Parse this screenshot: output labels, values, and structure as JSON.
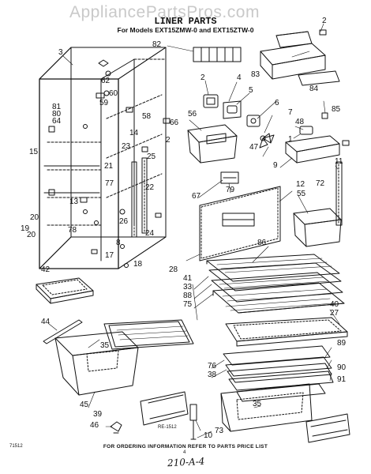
{
  "watermark": "AppliancePartsPros.com",
  "title": "LINER PARTS",
  "subtitle": "For Models EXT15ZMW-0 and EXT15ZTW-0",
  "footer": "FOR ORDERING INFORMATION REFER TO PARTS PRICE LIST",
  "page_number": "4",
  "figure_code": "71512",
  "drawing_code": "RE-1512",
  "handwritten_note": "210-A-4",
  "callouts": [
    "2",
    "3",
    "82",
    "4",
    "83",
    "84",
    "2",
    "5",
    "85",
    "6",
    "7",
    "48",
    "1",
    "62",
    "60",
    "59",
    "81",
    "80",
    "64",
    "58",
    "66",
    "56",
    "15",
    "23",
    "14",
    "21",
    "25",
    "2",
    "47",
    "9",
    "11",
    "72",
    "77",
    "67",
    "79",
    "12",
    "55",
    "13",
    "22",
    "78",
    "26",
    "24",
    "20",
    "19",
    "20",
    "8",
    "17",
    "18",
    "28",
    "86",
    "42",
    "41",
    "33",
    "88",
    "75",
    "40",
    "27",
    "44",
    "76",
    "38",
    "89",
    "90",
    "91",
    "35",
    "45",
    "39",
    "46",
    "73",
    "10",
    "35"
  ]
}
